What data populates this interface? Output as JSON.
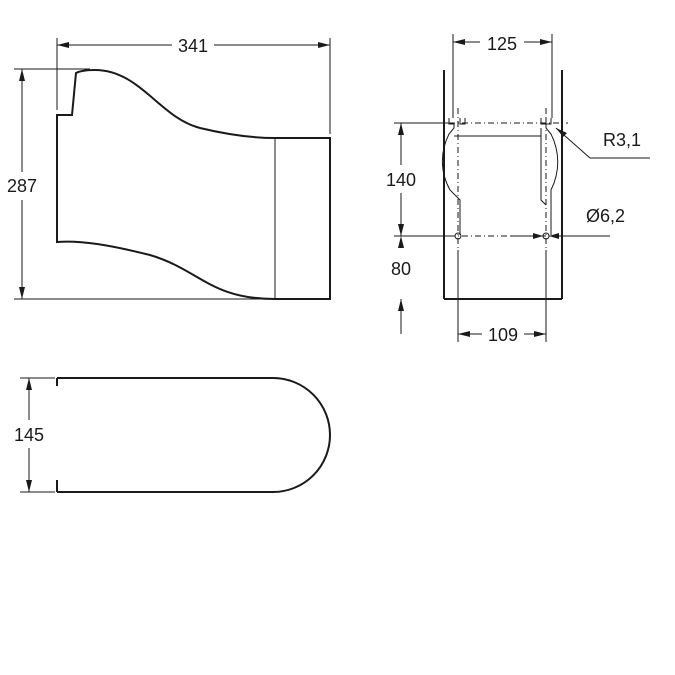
{
  "drawing": {
    "side_view": {
      "width_label": "341",
      "height_label": "287"
    },
    "front_view": {
      "top_width_label": "125",
      "bottom_width_label": "109",
      "upper_height_label": "140",
      "lower_height_label": "80",
      "radius_label": "R3,1",
      "hole_diameter_label": "Ø6,2"
    },
    "top_view": {
      "depth_label": "145"
    }
  }
}
